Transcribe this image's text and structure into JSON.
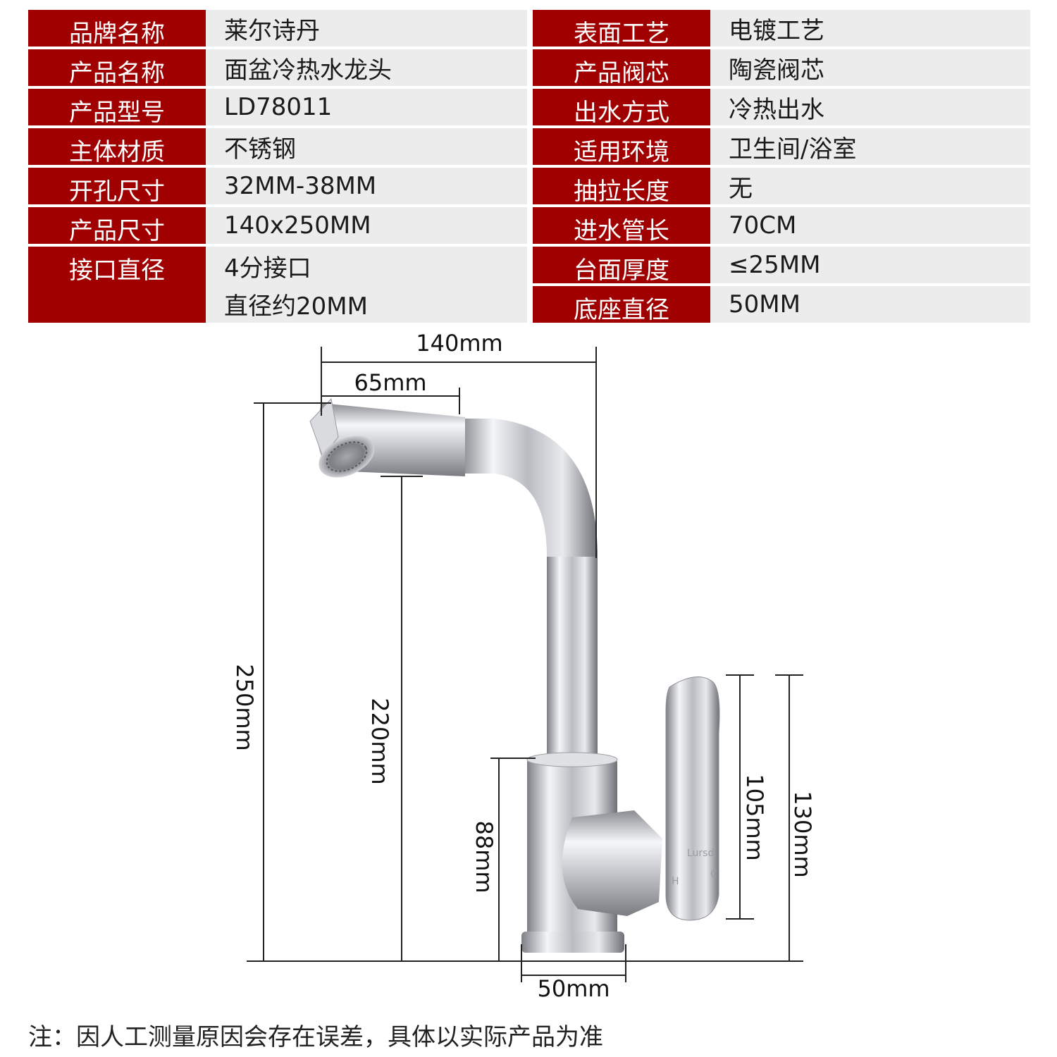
{
  "spec_left": [
    {
      "key": "品牌名称",
      "value": "莱尔诗丹"
    },
    {
      "key": "产品名称",
      "value": "面盆冷热水龙头"
    },
    {
      "key": "产品型号",
      "value": "LD78011"
    },
    {
      "key": "主体材质",
      "value": "不锈钢"
    },
    {
      "key": "开孔尺寸",
      "value": "32MM-38MM"
    },
    {
      "key": "产品尺寸",
      "value": "140x250MM"
    },
    {
      "key": "接口直径",
      "value": "4分接口",
      "value2": "直径约20MM"
    }
  ],
  "spec_right": [
    {
      "key": "表面工艺",
      "value": "电镀工艺"
    },
    {
      "key": "产品阀芯",
      "value": "陶瓷阀芯"
    },
    {
      "key": "出水方式",
      "value": "冷热出水"
    },
    {
      "key": "适用环境",
      "value": "卫生间/浴室"
    },
    {
      "key": "抽拉长度",
      "value": "无"
    },
    {
      "key": "进水管长",
      "value": "70CM"
    },
    {
      "key": "台面厚度",
      "value": "≤25MM"
    },
    {
      "key": "底座直径",
      "value": "50MM"
    }
  ],
  "dimensions": {
    "width_total": "140mm",
    "spout_length": "65mm",
    "height_total": "250mm",
    "spout_height": "220mm",
    "body_height": "88mm",
    "handle_height": "105mm",
    "handle_total": "130mm",
    "base_diameter": "50mm"
  },
  "handle_marks": {
    "brand": "Lursd",
    "hot": "H",
    "cold": "C"
  },
  "note": "注：因人工测量原因会存在误差，具体以实际产品为准"
}
